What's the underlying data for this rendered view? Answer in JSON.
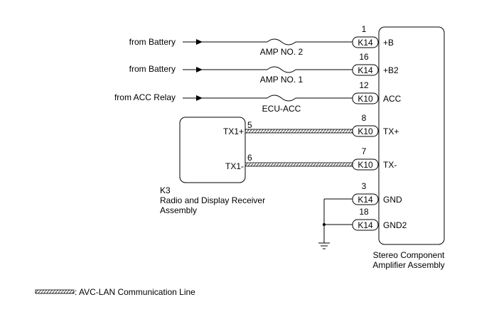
{
  "sources": [
    {
      "label": "from Battery",
      "fuse": "AMP NO. 2"
    },
    {
      "label": "from Battery",
      "fuse": "AMP NO. 1"
    },
    {
      "label": "from ACC Relay",
      "fuse": "ECU-ACC"
    }
  ],
  "amplifier": {
    "name_line1": "Stereo Component",
    "name_line2": "Amplifier Assembly",
    "pins": [
      {
        "num": "1",
        "conn": "K14",
        "name": "+B"
      },
      {
        "num": "16",
        "conn": "K14",
        "name": "+B2"
      },
      {
        "num": "12",
        "conn": "K10",
        "name": "ACC"
      },
      {
        "num": "8",
        "conn": "K10",
        "name": "TX+"
      },
      {
        "num": "7",
        "conn": "K10",
        "name": "TX-"
      },
      {
        "num": "3",
        "conn": "K14",
        "name": "GND"
      },
      {
        "num": "18",
        "conn": "K14",
        "name": "GND2"
      }
    ]
  },
  "receiver": {
    "code": "K3",
    "name_line1": "Radio and Display Receiver",
    "name_line2": "Assembly",
    "pins": [
      {
        "num": "5",
        "name": "TX1+"
      },
      {
        "num": "6",
        "name": "TX1-"
      }
    ]
  },
  "legend": {
    "text": ": AVC-LAN Communication Line"
  }
}
